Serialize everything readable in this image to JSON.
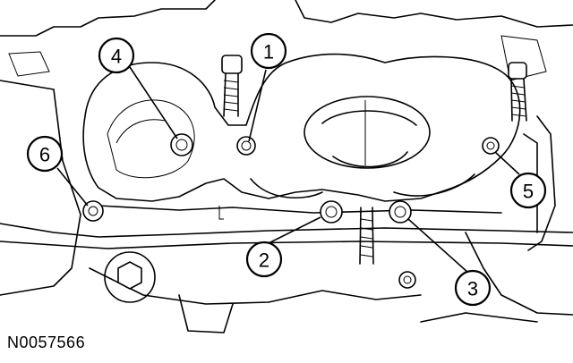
{
  "figure_id": "N0057566",
  "callouts": [
    {
      "label": "1"
    },
    {
      "label": "2"
    },
    {
      "label": "3"
    },
    {
      "label": "4"
    },
    {
      "label": "5"
    },
    {
      "label": "6"
    }
  ]
}
